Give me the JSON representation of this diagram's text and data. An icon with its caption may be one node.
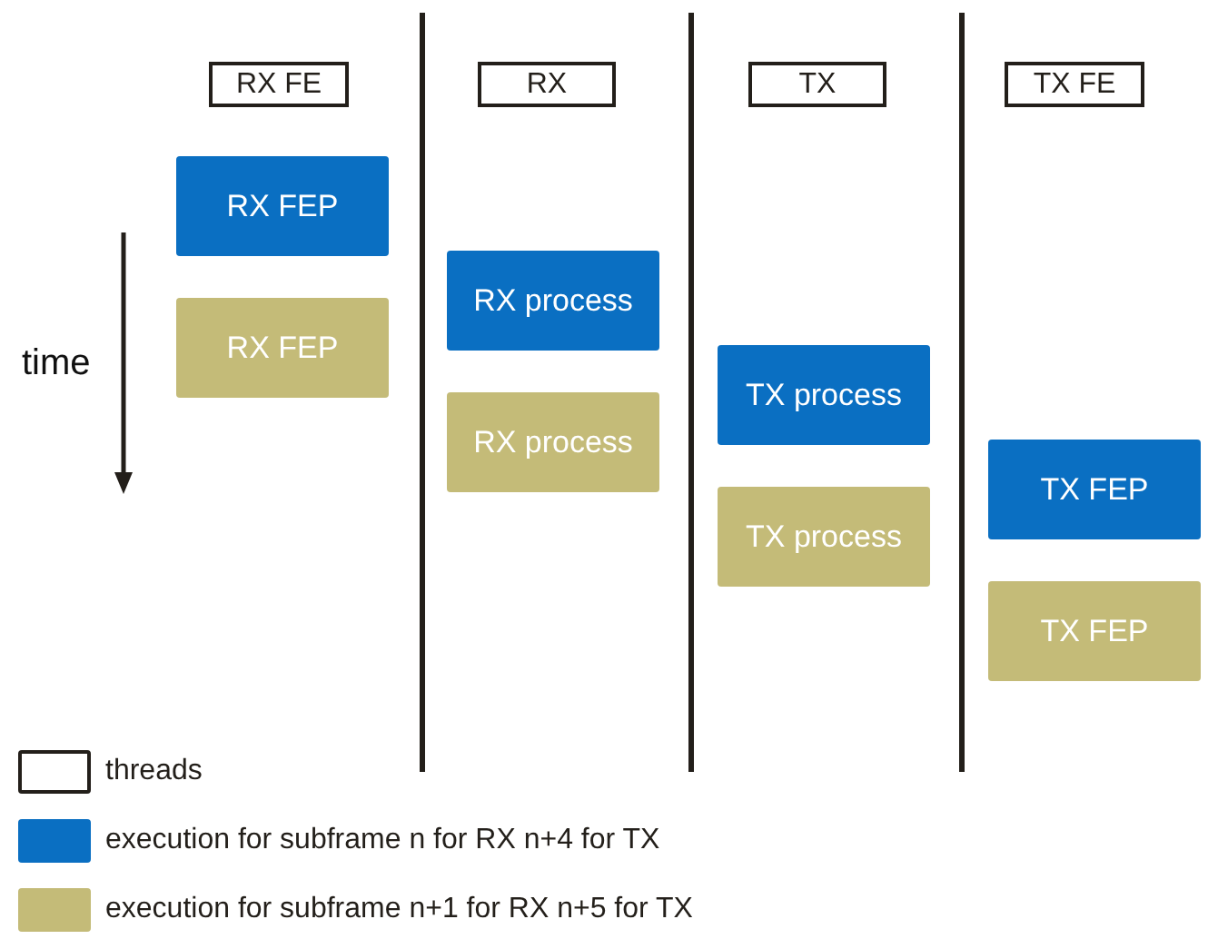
{
  "diagram": {
    "nodes": [
      {
        "text": [
          "RX FE"
        ]
      },
      {
        "text": [
          "RX"
        ]
      },
      {
        "text": [
          "TX"
        ]
      },
      {
        "text": [
          "TX FE"
        ]
      },
      {
        "text": [
          "RX FEP"
        ]
      },
      {
        "text": [
          "RX FEP"
        ]
      },
      {
        "text": [
          "RX process"
        ]
      },
      {
        "text": [
          "RX process"
        ]
      },
      {
        "text": [
          "TX process"
        ]
      },
      {
        "text": [
          "TX process"
        ]
      },
      {
        "text": [
          "TX FEP"
        ]
      },
      {
        "text": [
          "TX FEP"
        ]
      }
    ],
    "labels": [
      "time"
    ],
    "legend": [
      {
        "text": "threads"
      },
      {
        "text": "execution for subframe n for RX n+4 for TX",
        "color": "#0a6fc2"
      },
      {
        "text": "execution for subframe n+1 for RX n+5 for TX",
        "color": "#c4bb78"
      }
    ]
  }
}
